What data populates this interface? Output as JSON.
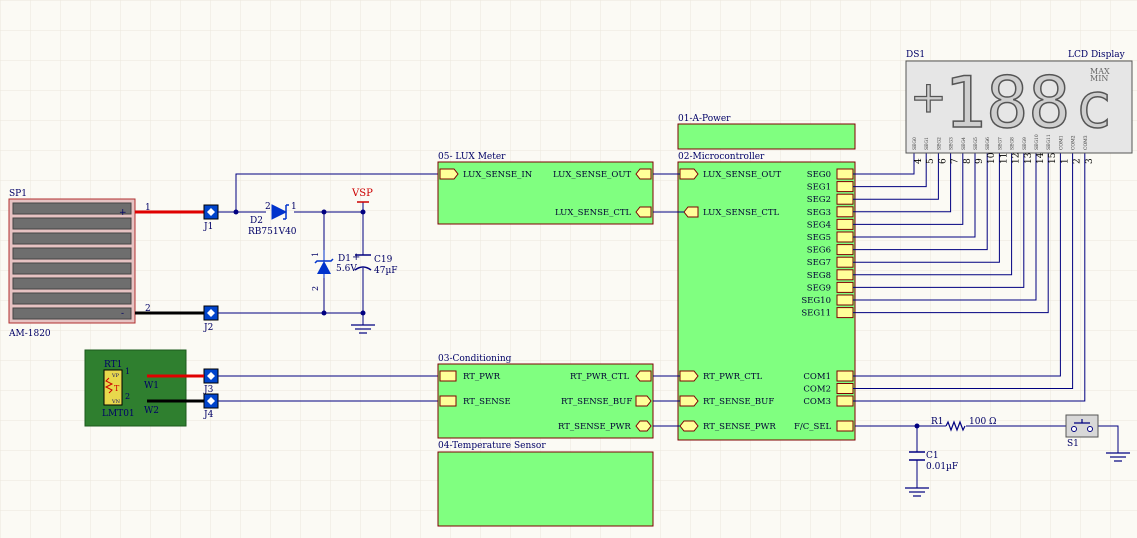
{
  "colors": {
    "wire": "#000080",
    "block_fill": "#80ff80",
    "block_border": "#7f0000",
    "grid": "#ebe7dc",
    "background": "#fbfaf4",
    "net_label": "#cc0000"
  },
  "solar_panel": {
    "designator": "SP1",
    "part": "AM-1820",
    "plus": "+",
    "minus": "-",
    "pin1": "1",
    "pin2": "2"
  },
  "connectors": {
    "j1": "J1",
    "j2": "J2",
    "j3": "J3",
    "j4": "J4"
  },
  "diode_d2": {
    "designator": "D2",
    "part": "RB751V40",
    "pin1": "1",
    "pin2": "2"
  },
  "zener_d1": {
    "designator": "D1",
    "value": "5.6V",
    "pin1": "1",
    "pin2": "2"
  },
  "cap_c19": {
    "designator": "C19",
    "value": "47µF",
    "plus": "+"
  },
  "vsp": {
    "label": "VSP"
  },
  "sensor": {
    "designator": "RT1",
    "part": "LMT01",
    "w1": "W1",
    "w2": "W2",
    "vp": "VP",
    "vn": "VN",
    "t": "T",
    "p1": "1",
    "p2": "2"
  },
  "blocks": {
    "lux": {
      "title": "05- LUX Meter",
      "ports": [
        "LUX_SENSE_IN",
        "LUX_SENSE_OUT",
        "LUX_SENSE_CTL"
      ]
    },
    "power": {
      "title": "01-A-Power"
    },
    "mcu": {
      "title": "02-Microcontroller",
      "left_ports": [
        "LUX_SENSE_OUT",
        "LUX_SENSE_CTL",
        "RT_PWR_CTL",
        "RT_SENSE_BUF",
        "RT_SENSE_PWR"
      ],
      "segs": [
        "SEG0",
        "SEG1",
        "SEG2",
        "SEG3",
        "SEG4",
        "SEG5",
        "SEG6",
        "SEG7",
        "SEG8",
        "SEG9",
        "SEG10",
        "SEG11"
      ],
      "coms": [
        "COM1",
        "COM2",
        "COM3"
      ],
      "fc": "F/C_SEL"
    },
    "cond": {
      "title": "03-Conditioning",
      "ports": [
        "RT_PWR",
        "RT_SENSE",
        "RT_PWR_CTL",
        "RT_SENSE_BUF",
        "RT_SENSE_PWR"
      ]
    },
    "temp": {
      "title": "04-Temperature Sensor"
    }
  },
  "lcd": {
    "designator": "DS1",
    "title": "LCD Display",
    "max": "MAX",
    "min": "MIN",
    "digits": "188",
    "unit_c": "c",
    "sign": "+",
    "pin_numbers": [
      "4",
      "5",
      "6",
      "7",
      "8",
      "9",
      "10",
      "11",
      "12",
      "13",
      "14",
      "15",
      "1",
      "2",
      "3"
    ],
    "pin_names": [
      "SEG0",
      "SEG1",
      "SEG2",
      "SEG3",
      "SEG4",
      "SEG5",
      "SEG6",
      "SEG7",
      "SEG8",
      "SEG9",
      "SEG10",
      "SEG11",
      "COM1",
      "COM2",
      "COM3"
    ]
  },
  "r1": {
    "designator": "R1",
    "value": "100 Ω"
  },
  "c1": {
    "designator": "C1",
    "value": "0.01µF"
  },
  "s1": {
    "designator": "S1"
  }
}
